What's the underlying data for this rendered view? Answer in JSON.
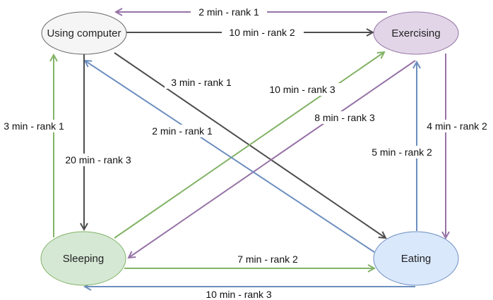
{
  "nodes": {
    "using_computer": {
      "label": "Using computer",
      "fill": "#f5f5f5",
      "stroke": "#666666"
    },
    "exercising": {
      "label": "Exercising",
      "fill": "#e1d5e7",
      "stroke": "#9673a6"
    },
    "sleeping": {
      "label": "Sleeping",
      "fill": "#d5e8d4",
      "stroke": "#82b366"
    },
    "eating": {
      "label": "Eating",
      "fill": "#dae8fc",
      "stroke": "#6c8ebf"
    }
  },
  "edges": {
    "exercising_to_computer": {
      "label": "2 min - rank 1",
      "color": "#9673a6"
    },
    "computer_to_exercising": {
      "label": "10 min - rank 2",
      "color": "#4d4d4d"
    },
    "computer_to_eating": {
      "label": "3 min - rank 1",
      "color": "#4d4d4d"
    },
    "sleeping_to_exercising": {
      "label": "10 min - rank 3",
      "color": "#82b366"
    },
    "exercising_to_sleeping": {
      "label": "8 min - rank 3",
      "color": "#9673a6"
    },
    "eating_to_computer": {
      "label": "2 min - rank 1",
      "color": "#6c8ebf"
    },
    "sleeping_to_computer": {
      "label": "3 min - rank 1",
      "color": "#82b366"
    },
    "computer_to_sleeping": {
      "label": "20 min - rank 3",
      "color": "#4d4d4d"
    },
    "eating_to_exercising": {
      "label": "5 min - rank 2",
      "color": "#6c8ebf"
    },
    "exercising_to_eating": {
      "label": "4 min - rank 2",
      "color": "#9673a6"
    },
    "sleeping_to_eating": {
      "label": "7 min - rank 2",
      "color": "#82b366"
    },
    "eating_to_sleeping": {
      "label": "10 min - rank 3",
      "color": "#6c8ebf"
    }
  }
}
